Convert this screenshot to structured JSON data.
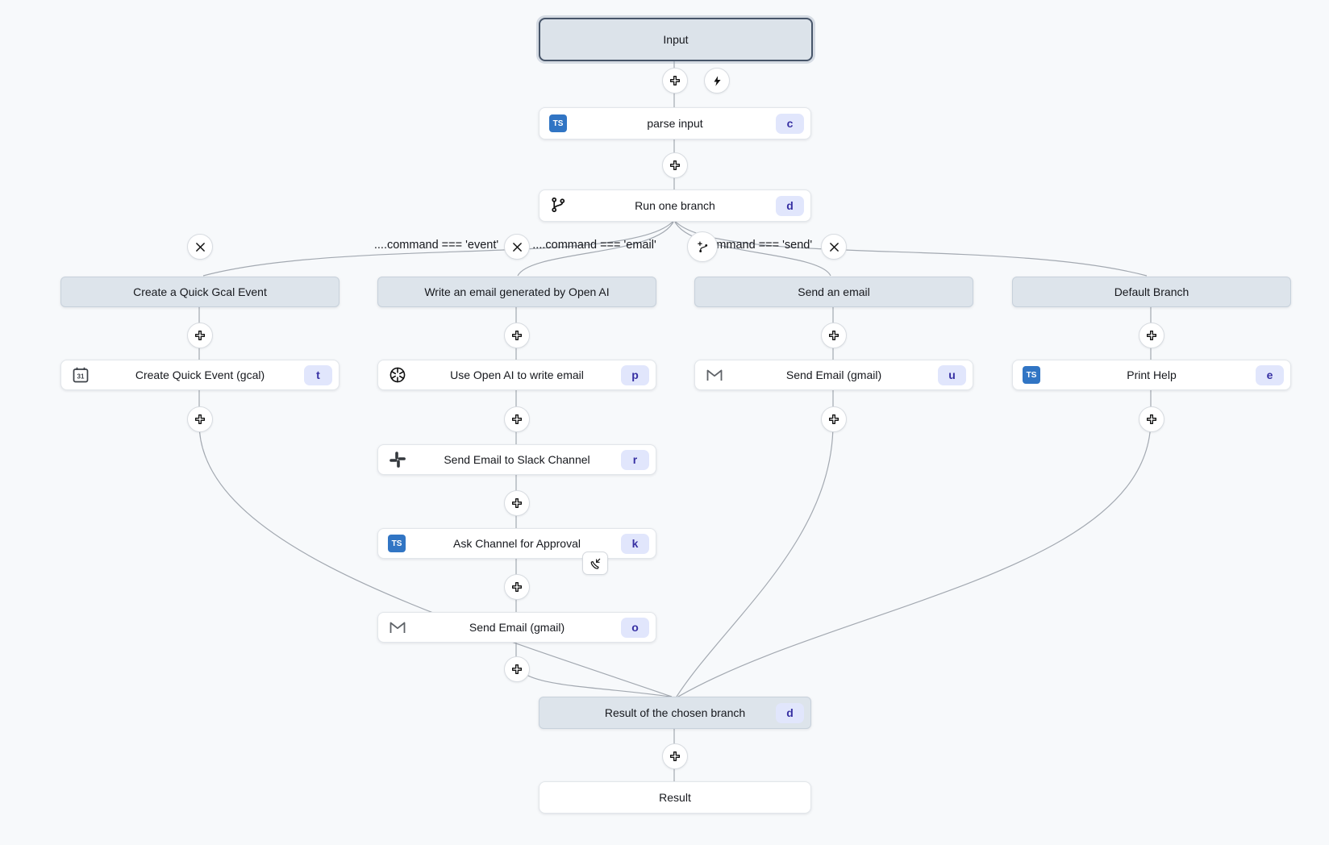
{
  "app": {
    "name": "workflow-flow-editor"
  },
  "nodes": {
    "input": {
      "label": "Input",
      "selected": true
    },
    "parse_input": {
      "label": "parse input",
      "badge": "c",
      "icon": "typescript-icon"
    },
    "run_one_branch": {
      "label": "Run one branch",
      "badge": "d",
      "icon": "git-branch-icon"
    },
    "result_branch": {
      "label": "Result of the chosen branch",
      "badge": "d"
    },
    "result": {
      "label": "Result"
    }
  },
  "branches": [
    {
      "header": "Create a Quick Gcal Event",
      "condition": "....command === 'event'",
      "steps": [
        {
          "label": "Create Quick Event (gcal)",
          "badge": "t",
          "icon": "calendar-icon"
        }
      ]
    },
    {
      "header": "Write an email generated by Open AI",
      "condition": "....command === 'email'",
      "steps": [
        {
          "label": "Use Open AI to write email",
          "badge": "p",
          "icon": "openai-icon"
        },
        {
          "label": "Send Email to Slack Channel",
          "badge": "r",
          "icon": "slack-icon"
        },
        {
          "label": "Ask Channel for Approval",
          "badge": "k",
          "icon": "typescript-icon",
          "suspend_icon": "phone-incoming-icon"
        },
        {
          "label": "Send Email (gmail)",
          "badge": "o",
          "icon": "gmail-icon"
        }
      ]
    },
    {
      "header": "Send an email",
      "condition": "....command === 'send'",
      "steps": [
        {
          "label": "Send Email (gmail)",
          "badge": "u",
          "icon": "gmail-icon"
        }
      ]
    },
    {
      "header": "Default Branch",
      "steps": [
        {
          "label": "Print Help",
          "badge": "e",
          "icon": "typescript-icon"
        }
      ]
    }
  ],
  "icons": {
    "ts_label": "TS",
    "calendar_day": "31",
    "toolbar": [
      "plus-icon",
      "lightning-icon",
      "x-icon",
      "branch-plus-icon",
      "phone-incoming-icon"
    ]
  },
  "colors": {
    "canvas": "#f7f9fb",
    "surface_node_bg": "#dde4eb",
    "selected_border": "#475569",
    "badge_bg": "#e1e6fc",
    "badge_text": "#3730a3",
    "typescript_blue": "#3175c4",
    "edge": "#a3a9b1"
  }
}
